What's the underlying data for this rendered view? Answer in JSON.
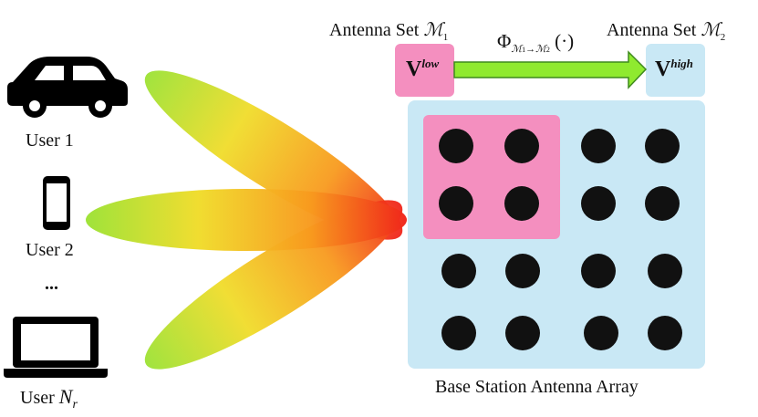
{
  "users": [
    {
      "label": "User 1",
      "icon": "car-icon"
    },
    {
      "label": "User 2",
      "icon": "phone-icon"
    },
    {
      "label_prefix": "User ",
      "label_var": "N",
      "label_sub": "r",
      "icon": "laptop-icon"
    }
  ],
  "ellipsis": "...",
  "antenna_set_1": {
    "label": "Antenna Set ",
    "symbol": "ℳ",
    "sub": "1"
  },
  "antenna_set_2": {
    "label": "Antenna Set ",
    "symbol": "ℳ",
    "sub": "2"
  },
  "v_low": {
    "base": "V",
    "sup": "low",
    "color": "#f48fbf"
  },
  "v_high": {
    "base": "V",
    "sup": "high",
    "color": "#c9e8f5"
  },
  "mapping": {
    "symbol": "Φ",
    "sub_from": "ℳ",
    "sub_from_idx": "1",
    "arrow": "→",
    "sub_to": "ℳ",
    "sub_to_idx": "2",
    "arg": "(·)",
    "arrow_color": "#8fea2f"
  },
  "array": {
    "caption": "Base Station Antenna Array",
    "bg_color": "#c9e8f5",
    "subset_color": "#f48fbf"
  }
}
